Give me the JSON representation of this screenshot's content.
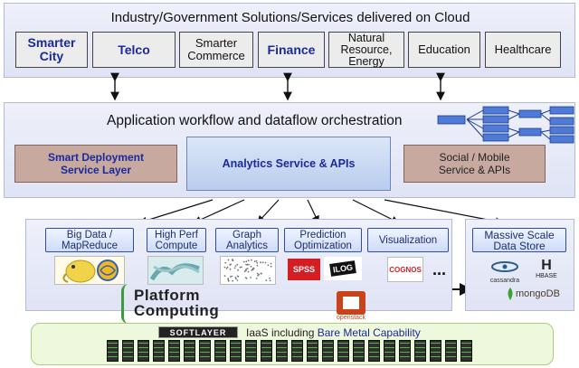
{
  "top": {
    "title": "Industry/Government Solutions/Services delivered on Cloud",
    "boxes": [
      {
        "label": "Smarter City",
        "style": "blue"
      },
      {
        "label": "Telco",
        "style": "blue"
      },
      {
        "label": "Smarter Commerce",
        "style": "plain"
      },
      {
        "label": "Finance",
        "style": "blue"
      },
      {
        "label": "Natural Resource, Energy",
        "style": "plain"
      },
      {
        "label": "Education",
        "style": "plain"
      },
      {
        "label": "Healthcare",
        "style": "plain"
      }
    ]
  },
  "middle": {
    "title": "Application workflow and dataflow orchestration",
    "left": "Smart Deployment Service Layer",
    "center": "Analytics Service & APIs",
    "right": "Social / Mobile Service & APIs"
  },
  "services": {
    "items": [
      "Big Data / MapReduce",
      "High Perf Compute",
      "Graph Analytics",
      "Prediction Optimization",
      "Visualization"
    ],
    "ellipsis": "...",
    "data_store": "Massive Scale Data Store",
    "logos": {
      "spss": "SPSS",
      "ilog": "ILOG",
      "cognos": "COGNOS",
      "cassandra": "cassandra",
      "hbase": "HBASE",
      "mongodb": "mongoDB",
      "openstack": "openstack"
    }
  },
  "platform": {
    "line1": "Platform",
    "line2": "Computing"
  },
  "infrastructure": {
    "softlayer": "SOFTLAYER",
    "text_prefix": "IaaS including",
    "text_highlight": "Bare Metal Capability",
    "server_count": 24
  },
  "colors": {
    "panel": "#e3e6f6",
    "brand_blue": "#1b2a9a",
    "brown_box": "#c7a9a0",
    "center_box": "#c5d6f1",
    "infra_green": "#eef8dc"
  }
}
